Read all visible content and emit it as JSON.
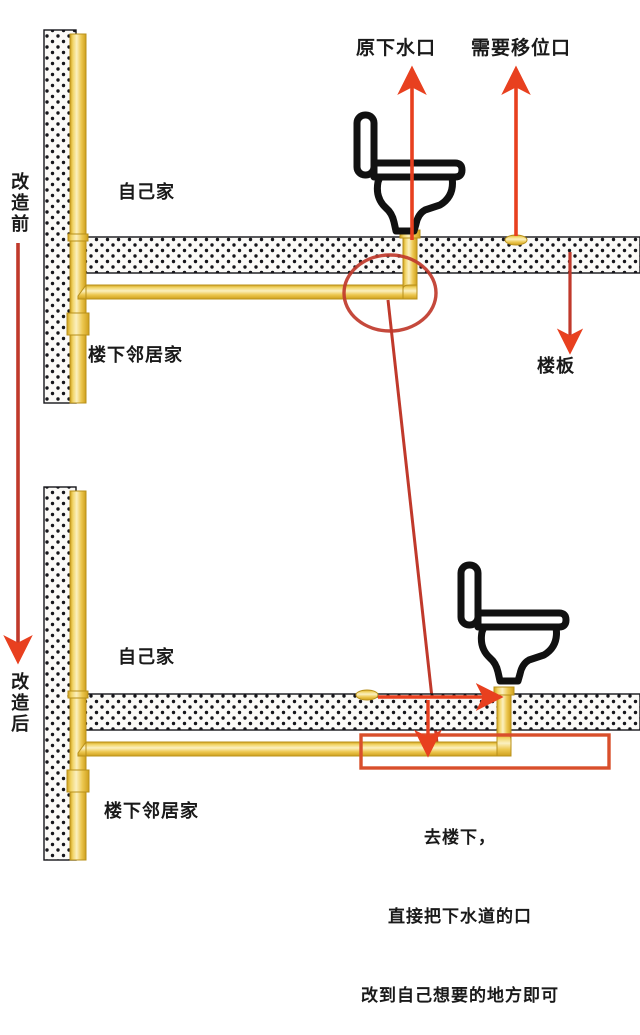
{
  "diagram": {
    "title_labels": {
      "original_drain": "原下水口",
      "relocate_port": "需要移位口",
      "floor_slab": "楼板"
    },
    "phases": [
      {
        "id": "before",
        "vertical_label": "改造前"
      },
      {
        "id": "after",
        "vertical_label": "改造后"
      }
    ],
    "rooms": {
      "own_home_top": "自己家",
      "neighbor_top": "楼下邻居家",
      "own_home_bottom": "自己家",
      "neighbor_bottom": "楼下邻居家"
    },
    "caption": {
      "line1": "去楼下，",
      "line2": "直接把下水道的口",
      "line3": "改到自己想要的地方即可"
    },
    "colors": {
      "pipe_dark": "#d4a518",
      "pipe_mid": "#f0cf62",
      "pipe_light": "#faeebb",
      "arrow_red": "#e8401f",
      "marker_red": "#c0392b",
      "wall_fill": "#f7f7f4",
      "outline": "#1a1a1a"
    },
    "annotations": {
      "highlight_circle": "circled original drain elbow",
      "highlight_box": "red rectangle around relocated branch pipe",
      "move_arrow": "arrow from old port to new toilet position"
    }
  }
}
